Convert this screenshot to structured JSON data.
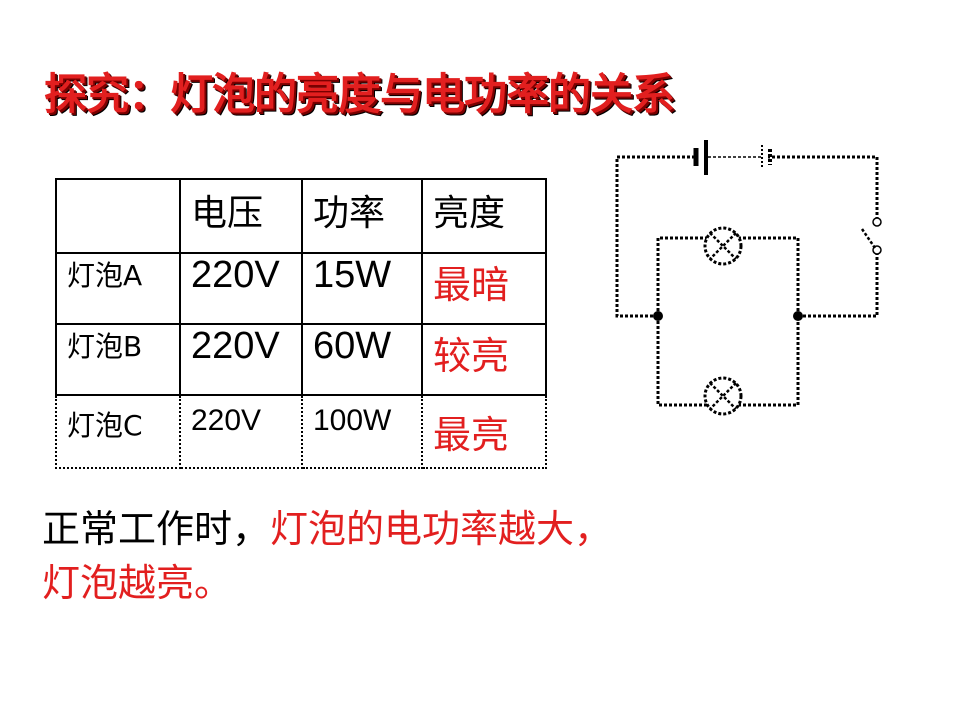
{
  "title": "探究：灯泡的亮度与电功率的关系",
  "table": {
    "headers": [
      "",
      "电压",
      "功率",
      "亮度"
    ],
    "rows": [
      {
        "name": "灯泡A",
        "voltage": "220V",
        "power": "15W",
        "brightness": "最暗"
      },
      {
        "name": "灯泡B",
        "voltage": "220V",
        "power": "60W",
        "brightness": "较亮"
      },
      {
        "name": "灯泡C",
        "voltage": "220V",
        "power": "100W",
        "brightness": "最亮"
      }
    ]
  },
  "conclusion": {
    "line1_black": "正常工作时，",
    "line1_red": "灯泡的电功率越大，",
    "line2_red": "灯泡越亮。"
  },
  "colors": {
    "accent_red": "#e21f1f",
    "text": "#000000",
    "background": "#ffffff"
  },
  "circuit": {
    "components": [
      "battery-icon",
      "switch-icon",
      "lamp-icon",
      "lamp-icon"
    ]
  }
}
